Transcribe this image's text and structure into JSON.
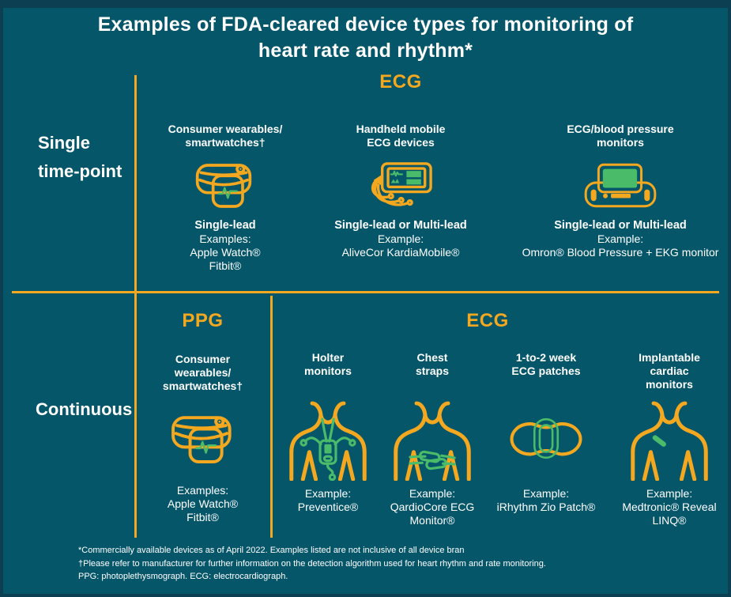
{
  "colors": {
    "background": "#06566A",
    "frame": "#0D3F53",
    "accent_orange": "#F4A81F",
    "accent_green": "#4ABB68",
    "text": "#FFFFFF"
  },
  "title": {
    "line1": "Examples of FDA-cleared device types for monitoring of",
    "line2": "heart rate and rhythm*"
  },
  "top_section": {
    "row_label_line1": "Single",
    "row_label_line2": "time-point",
    "modality_header": "ECG",
    "columns": [
      {
        "title_line1": "Consumer wearables/",
        "title_line2": "smartwatches†",
        "icon": "smartwatch-icon",
        "lead_type": "Single-lead",
        "example_label": "Examples:",
        "example_line1": "Apple Watch®",
        "example_line2": "Fitbit®"
      },
      {
        "title_line1": "Handheld mobile",
        "title_line2": "ECG devices",
        "icon": "handheld-ecg-icon",
        "lead_type": "Single-lead or Multi-lead",
        "example_label": "Example:",
        "example_line1": "AliveCor KardiaMobile®",
        "example_line2": ""
      },
      {
        "title_line1": "ECG/blood pressure",
        "title_line2": "monitors",
        "icon": "bp-monitor-icon",
        "lead_type": "Single-lead or Multi-lead",
        "example_label": "Example:",
        "example_line1": "Omron® Blood Pressure + EKG monitor",
        "example_line2": ""
      }
    ]
  },
  "bottom_section": {
    "row_label": "Continuous",
    "ppg": {
      "modality_header": "PPG",
      "title_line1": "Consumer",
      "title_line2": "wearables/",
      "title_line3": "smartwatches†",
      "icon": "smartwatch-icon",
      "example_label": "Examples:",
      "example_line1": "Apple Watch®",
      "example_line2": "Fitbit®"
    },
    "ecg": {
      "modality_header": "ECG",
      "columns": [
        {
          "title_line1": "Holter",
          "title_line2": "monitors",
          "title_line3": "",
          "icon": "holter-monitor-icon",
          "example_label": "Example:",
          "example_line1": "Preventice®",
          "example_line2": ""
        },
        {
          "title_line1": "Chest",
          "title_line2": "straps",
          "title_line3": "",
          "icon": "chest-strap-icon",
          "example_label": "Example:",
          "example_line1": "QardioCore ECG",
          "example_line2": "Monitor®"
        },
        {
          "title_line1": "1-to-2 week",
          "title_line2": "ECG patches",
          "title_line3": "",
          "icon": "ecg-patch-icon",
          "example_label": "Example:",
          "example_line1": "iRhythm Zio Patch®",
          "example_line2": ""
        },
        {
          "title_line1": "Implantable",
          "title_line2": "cardiac",
          "title_line3": "monitors",
          "icon": "implantable-cardiac-monitor-icon",
          "example_label": "Example:",
          "example_line1": "Medtronic® Reveal",
          "example_line2": "LINQ®"
        }
      ]
    }
  },
  "footnotes": {
    "line1": "*Commercially available devices as of April 2022. Examples listed are not inclusive of all device bran",
    "line2": "†Please refer to manufacturer for further information on the detection algorithm used for heart rhythm and rate monitoring.",
    "line3": "PPG: photoplethysmograph. ECG: electrocardiograph."
  }
}
